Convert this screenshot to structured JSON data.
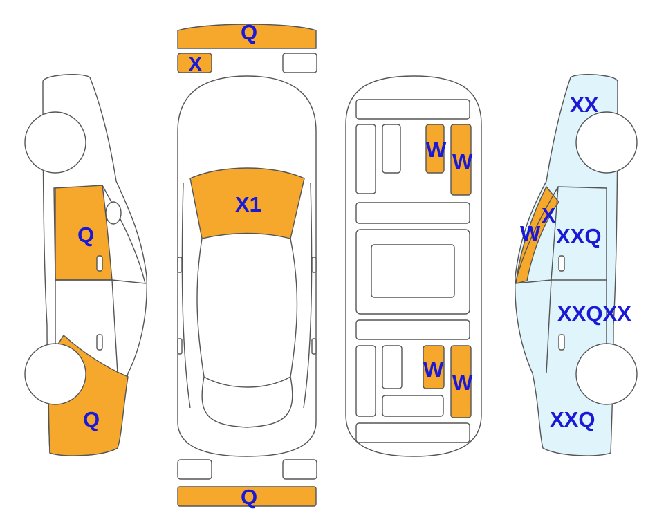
{
  "colors": {
    "damage_fill": "#f6a82c",
    "panel_fill": "#dff4fb",
    "label_color": "#1a1ad6",
    "outline": "#555555"
  },
  "views": {
    "left_side": {
      "labels": {
        "front_door": "Q",
        "rear_quarter": "Q"
      }
    },
    "top": {
      "labels": {
        "front_bumper": "Q",
        "front_left_light": "X",
        "windshield": "X1",
        "rear_bumper": "Q"
      }
    },
    "underbody": {
      "labels": {
        "front_left": "W",
        "front_right": "W",
        "rear_left": "W",
        "rear_right": "W"
      }
    },
    "right_side": {
      "labels": {
        "front_fender": "XX",
        "a_pillar": "X",
        "windshield_edge": "W",
        "front_door": "XXQ",
        "rear_door": "XXQXX",
        "rear_quarter": "XXQ"
      }
    }
  }
}
